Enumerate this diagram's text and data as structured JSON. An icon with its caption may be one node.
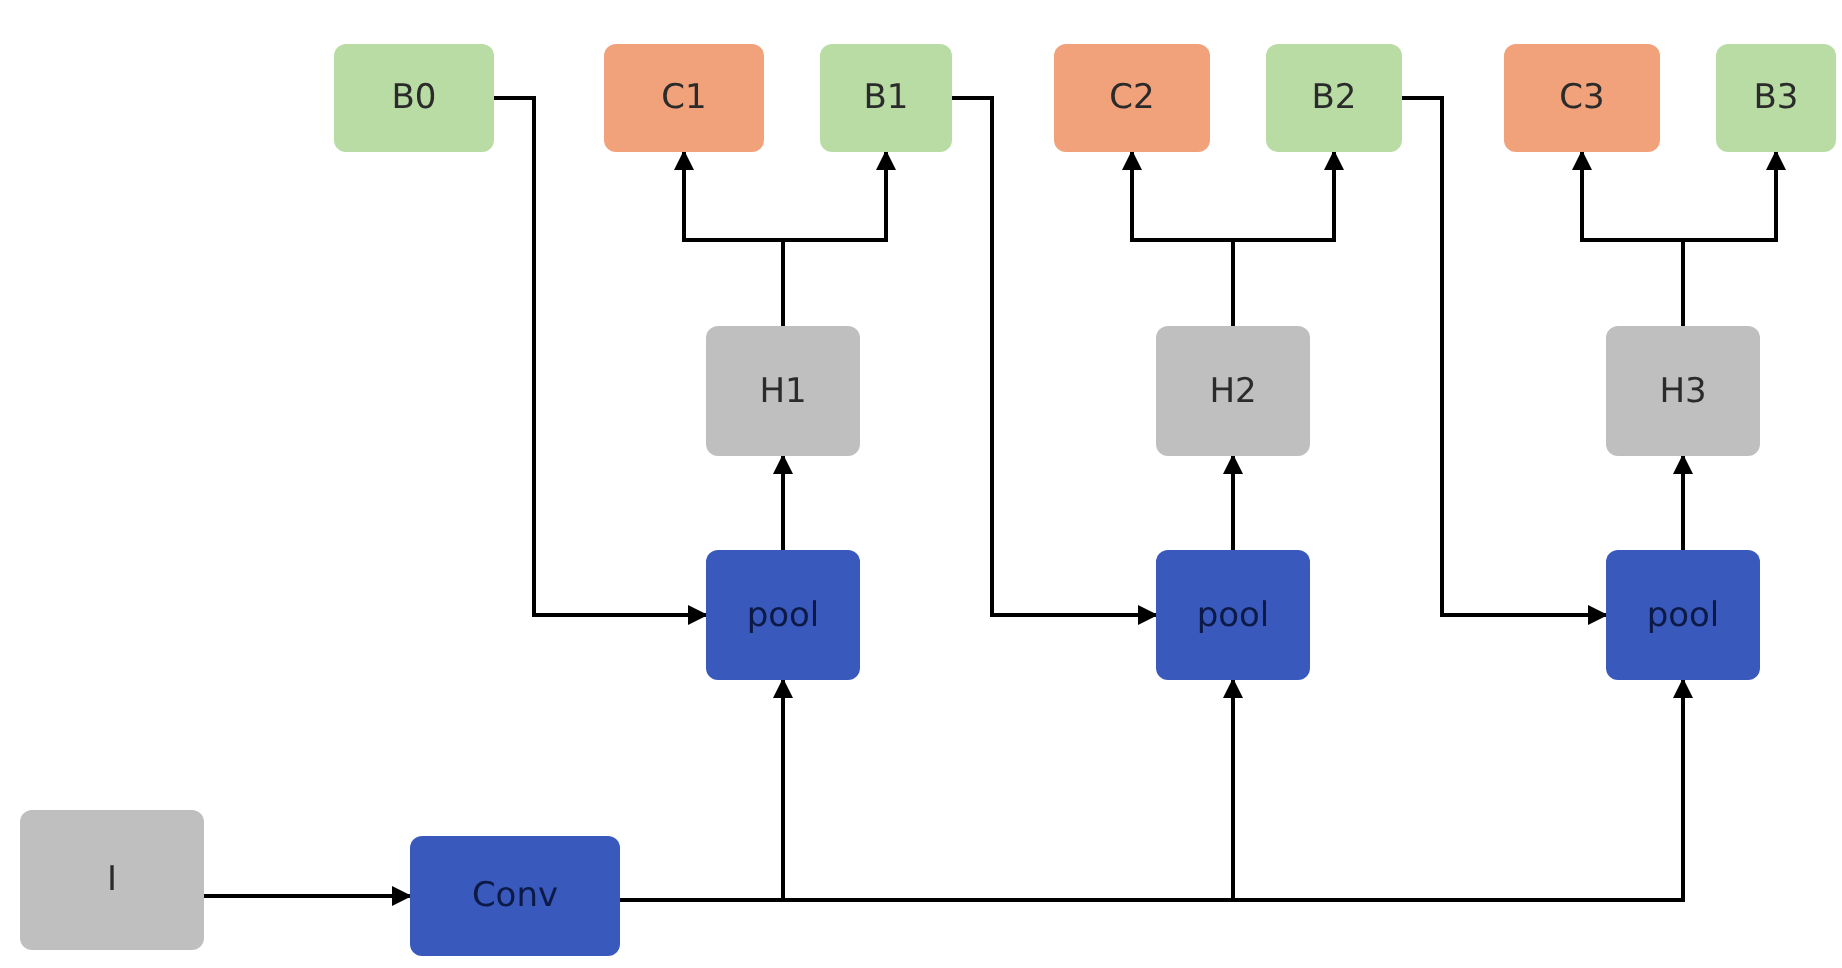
{
  "diagram": {
    "nodes": [
      {
        "text": [
          "B0"
        ]
      },
      {
        "text": [
          "C1"
        ]
      },
      {
        "text": [
          "B1"
        ]
      },
      {
        "text": [
          "C2"
        ]
      },
      {
        "text": [
          "B2"
        ]
      },
      {
        "text": [
          "C3"
        ]
      },
      {
        "text": [
          "B3"
        ]
      },
      {
        "text": [
          "H1"
        ]
      },
      {
        "text": [
          "H2"
        ]
      },
      {
        "text": [
          "H3"
        ]
      },
      {
        "text": [
          "pool"
        ]
      },
      {
        "text": [
          "pool"
        ]
      },
      {
        "text": [
          "pool"
        ]
      },
      {
        "text": [
          "I"
        ]
      },
      {
        "text": [
          "Conv"
        ]
      }
    ],
    "edges": [
      {
        "from": 13,
        "to": 14,
        "arrow": "to"
      },
      {
        "from": 14,
        "to": 10,
        "arrow": "to"
      },
      {
        "from": 14,
        "to": 11,
        "arrow": "to"
      },
      {
        "from": 14,
        "to": 12,
        "arrow": "to"
      },
      {
        "from": 0,
        "to": 10,
        "arrow": "to"
      },
      {
        "from": 2,
        "to": 11,
        "arrow": "to"
      },
      {
        "from": 4,
        "to": 12,
        "arrow": "to"
      },
      {
        "from": 10,
        "to": 7,
        "arrow": "to"
      },
      {
        "from": 11,
        "to": 8,
        "arrow": "to"
      },
      {
        "from": 12,
        "to": 9,
        "arrow": "to"
      },
      {
        "from": 7,
        "to": 1,
        "arrow": "to"
      },
      {
        "from": 7,
        "to": 2,
        "arrow": "to"
      },
      {
        "from": 8,
        "to": 3,
        "arrow": "to"
      },
      {
        "from": 8,
        "to": 4,
        "arrow": "to"
      },
      {
        "from": 9,
        "to": 5,
        "arrow": "to"
      },
      {
        "from": 9,
        "to": 6,
        "arrow": "to"
      }
    ]
  }
}
